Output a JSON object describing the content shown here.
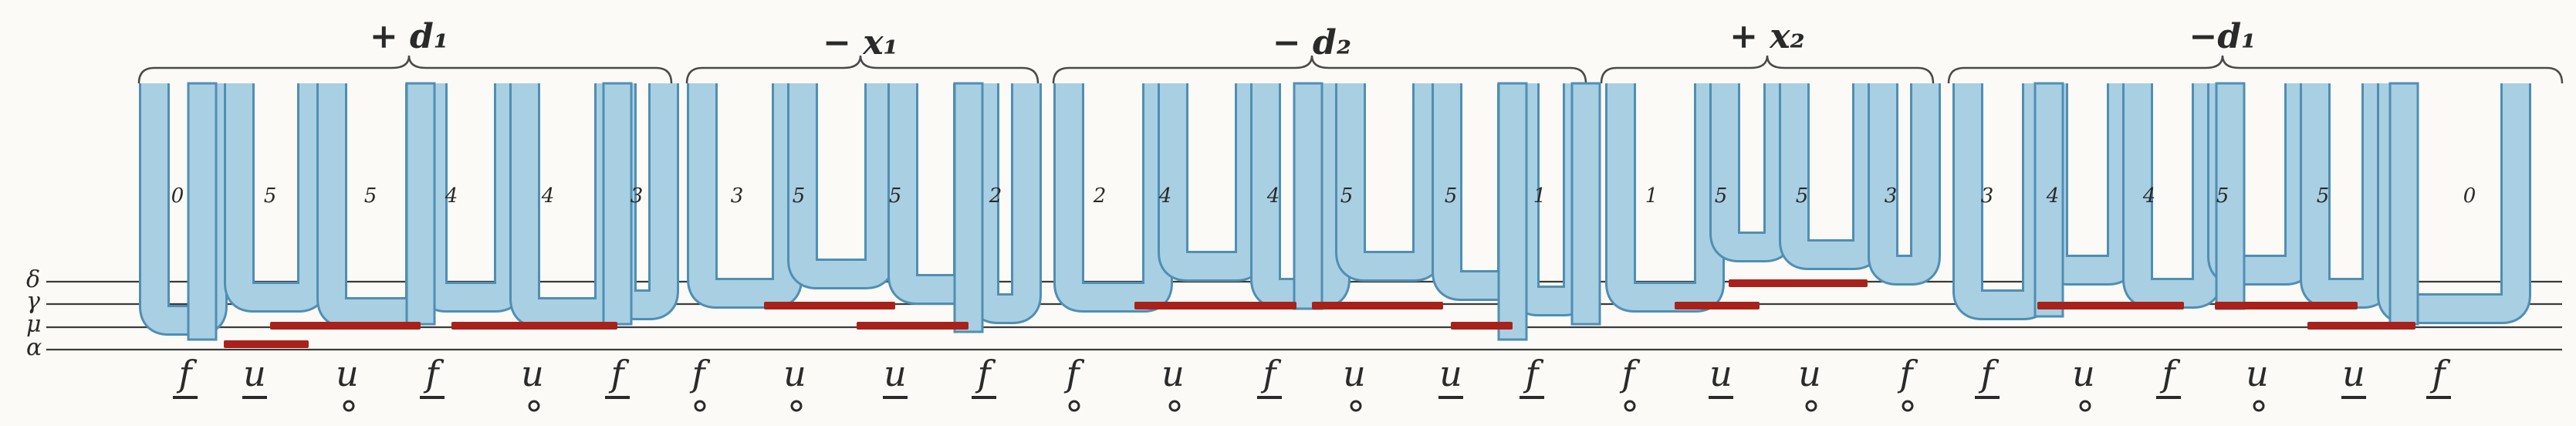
{
  "group_labels": [
    "+ d₁",
    "− x₁",
    "− d₂",
    "+ x₂",
    "−d₁"
  ],
  "line_labels": [
    "δ",
    "γ",
    "μ",
    "α"
  ],
  "tube_numbers": [
    "0",
    "5",
    "5",
    "4",
    "4",
    "3",
    "3",
    "5",
    "5",
    "2",
    "2",
    "4",
    "4",
    "5",
    "5",
    "1",
    "1",
    "5",
    "5",
    "3",
    "3",
    "4",
    "4",
    "5",
    "5",
    "0"
  ],
  "bottom_labels": [
    {
      "text": "f",
      "mark": "underline"
    },
    {
      "text": "u",
      "mark": "underline"
    },
    {
      "text": "u",
      "mark": "ring"
    },
    {
      "text": "f",
      "mark": "underline"
    },
    {
      "text": "u",
      "mark": "ring"
    },
    {
      "text": "f",
      "mark": "underline"
    },
    {
      "text": "f",
      "mark": "ring"
    },
    {
      "text": "u",
      "mark": "ring"
    },
    {
      "text": "u",
      "mark": "underline"
    },
    {
      "text": "f",
      "mark": "underline"
    },
    {
      "text": "f",
      "mark": "ring"
    },
    {
      "text": "u",
      "mark": "ring"
    },
    {
      "text": "f",
      "mark": "underline"
    },
    {
      "text": "u",
      "mark": "ring"
    },
    {
      "text": "u",
      "mark": "underline"
    },
    {
      "text": "f",
      "mark": "underline"
    },
    {
      "text": "f",
      "mark": "ring"
    },
    {
      "text": "u",
      "mark": "underline"
    },
    {
      "text": "u",
      "mark": "ring"
    },
    {
      "text": "f",
      "mark": "ring"
    },
    {
      "text": "f",
      "mark": "underline"
    },
    {
      "text": "u",
      "mark": "ring"
    },
    {
      "text": "f",
      "mark": "underline"
    },
    {
      "text": "u",
      "mark": "ring"
    },
    {
      "text": "u",
      "mark": "underline"
    },
    {
      "text": "f",
      "mark": "underline"
    }
  ],
  "colors": {
    "tube_fill": "#a9cfe3",
    "tube_stroke": "#4f8fb4",
    "bar": "#a8221b",
    "line": "#3b3b3b",
    "background": "#fbfaf6"
  }
}
